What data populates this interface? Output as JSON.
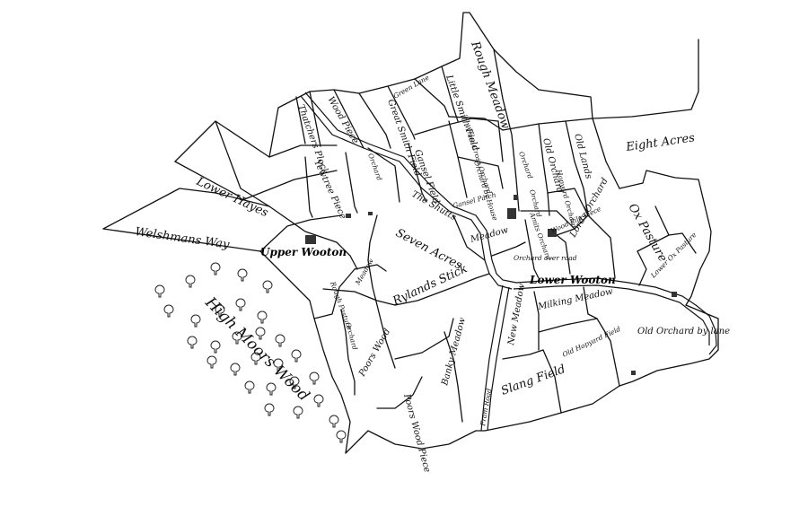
{
  "map": {
    "places": {
      "upper_wooton": "Upper Wooton",
      "lower_wooton": "Lower Wooton"
    },
    "fields": {
      "lower_hayes": "Lower Hayes",
      "welshmans_way": "Welshmans Way",
      "high_moors_wood": "High Moors Wood",
      "thatchers_plock": "Thatchers Plock",
      "wood_piece": "Wood Piece",
      "great_smith_field": "Great Smith Field",
      "little_smith_field": "Little Smith Field",
      "green_lane": "Green Lane",
      "rough_meadow": "Rough Meadow",
      "yewtree_piece": "Yewtree Piece",
      "orchard_upper": "Orchard",
      "gansel_field": "Gansel Field",
      "white_cross_orchard": "White Cross Orchard",
      "orchard_by_house": "Orchard by House",
      "orchard_mid": "Orchard",
      "the_shutts": "The Shutts",
      "gansel_patch": "Gansel Patch",
      "seven_acres": "Seven Acres",
      "meadow_centre": "Meadow",
      "orchard_over_road": "Orchard over road",
      "orchard_east": "Orchard",
      "old_orchard": "Old Orchard",
      "old_lands": "Old Lands",
      "eight_acres": "Eight Acres",
      "hopyard_orchard": "Hopyard Orchard",
      "amits_orchard": "Amits Orchard",
      "wood_pile_piece": "Wood Pile Piece",
      "lords_orchard": "Lords Orchard",
      "ox_pasture": "Ox Pasture",
      "lower_ox_pasture": "Lower Ox Pasture",
      "rough_pasture": "Rough Pasture",
      "meadow_west": "Meadow",
      "rylands_stick": "Rylands Stick",
      "orchard_south": "Orchard",
      "poors_wood": "Poors Wood",
      "poors_wood_piece": "Poors Wood Piece",
      "banky_meadow": "Banky Meadow",
      "fram_road": "Fram Road",
      "new_meadow": "New Meadow",
      "milking_meadow": "Milking Meadow",
      "slang_field": "Slang Field",
      "old_hopyard_field": "Old Hopyard Field",
      "old_orchard_by_lane": "Old Orchard by lane"
    }
  }
}
